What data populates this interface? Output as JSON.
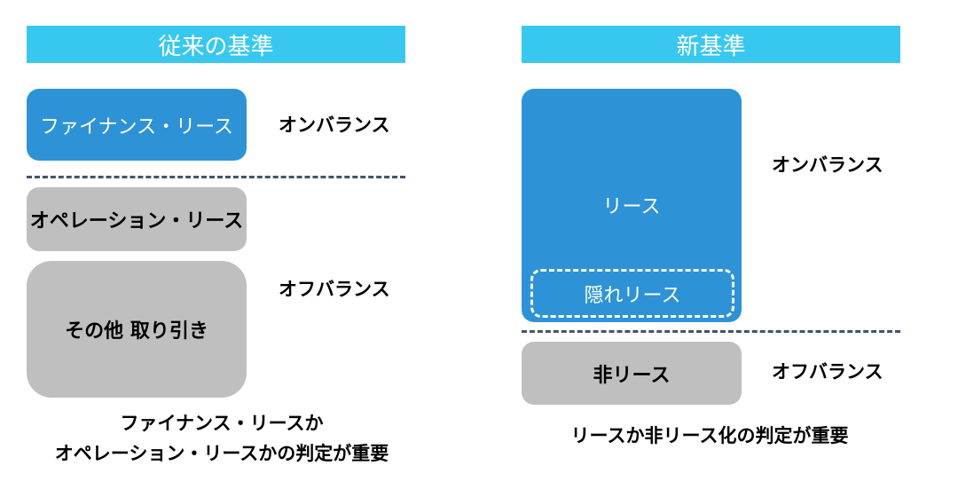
{
  "old": {
    "title": "従来の基準",
    "finance_lease": "ファイナンス・リース",
    "operating_lease": "オペレーション・リース",
    "other": "その他 取り引き",
    "on_balance": "オンバランス",
    "off_balance": "オフバランス",
    "note_line1": "ファイナンス・リースか",
    "note_line2": "オペレーション・リースかの判定が重要"
  },
  "new": {
    "title": "新基準",
    "lease": "リース",
    "hidden_lease": "隠れリース",
    "non_lease": "非リース",
    "on_balance": "オンバランス",
    "off_balance": "オフバランス",
    "note": "リースか非リース化の判定が重要"
  },
  "colors": {
    "header": "#38c8ef",
    "on_balance_box": "#2e93d6",
    "off_balance_box": "#bfbfbf",
    "divider": "#44546a"
  }
}
